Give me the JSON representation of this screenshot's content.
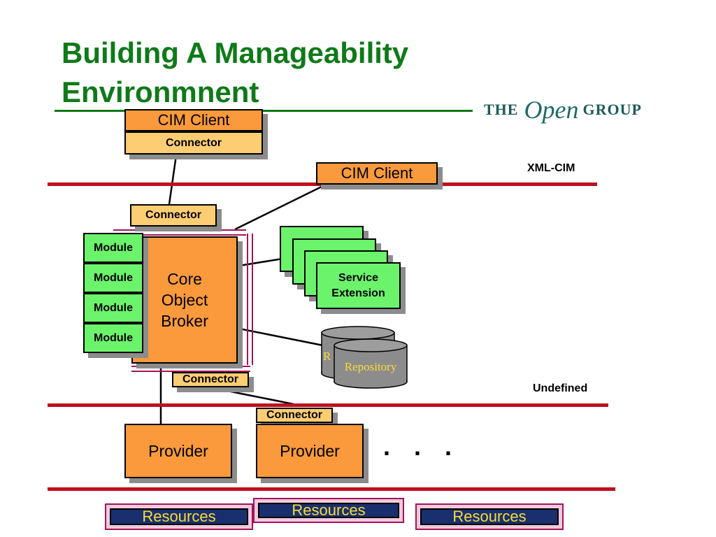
{
  "title": "Building A Manageability Environmnent",
  "logo": {
    "the": "THE",
    "open": "Open",
    "group": "GROUP"
  },
  "labels": {
    "xml_cim": "XML-CIM",
    "undefined": "Undefined"
  },
  "top_client": {
    "name": "CIM Client",
    "connector": "Connector"
  },
  "right_client": {
    "name": "CIM Client"
  },
  "broker_connector_top": "Connector",
  "broker_connector_bottom": "Connector",
  "provider_connector": "Connector",
  "core": {
    "line1": "Core",
    "line2": "Object",
    "line3": "Broker"
  },
  "modules": [
    "Module",
    "Module",
    "Module",
    "Module"
  ],
  "service_extension": {
    "line1": "Service",
    "line2": "Extension"
  },
  "repository": {
    "back": "R",
    "front": "Repository"
  },
  "providers": [
    "Provider",
    "Provider"
  ],
  "ellipsis": ". . .",
  "resources": [
    "Resources",
    "Resources",
    "Resources"
  ],
  "colors": {
    "title_green": "#0f7a18",
    "line_red": "#c0101e",
    "orange": "#fa9a3c",
    "green": "#6cf36c",
    "navy": "#1a2f6e",
    "yellow_text": "#f8dd34"
  }
}
